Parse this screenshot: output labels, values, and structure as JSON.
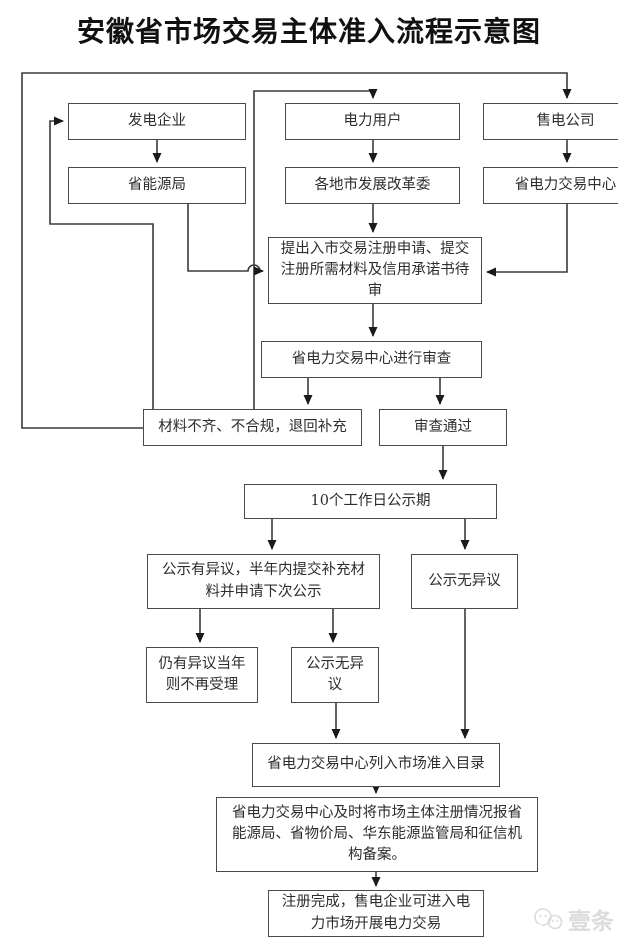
{
  "title": "安徽省市场交易主体准入流程示意图",
  "nodes": {
    "gen": "发电企业",
    "user": "电力用户",
    "seller": "售电公司",
    "energy_bureau": "省能源局",
    "city_drc": "各地市发展改革委",
    "trade_center": "省电力交易中心",
    "apply": "提出入市交易注册申请、提交注册所需材料及信用承诺书待审",
    "review": "省电力交易中心进行审查",
    "incomplete": "材料不齐、不合规，退回补充",
    "pass": "审查通过",
    "notice": "10个工作日公示期",
    "objection": "公示有异议，半年内提交补充材料并申请下次公示",
    "no_objection_right": "公示无异议",
    "still_objection": "仍有异议当年则不再受理",
    "no_objection_small": "公示无异议",
    "listed": "省电力交易中心列入市场准入目录",
    "report": "省电力交易中心及时将市场主体注册情况报省能源局、省物价局、华东能源监管局和征信机构备案。",
    "complete": "注册完成，售电企业可进入电力市场开展电力交易"
  },
  "watermark": {
    "label": "壹条"
  },
  "colors": {
    "line": "#3a3a3a",
    "box_border": "#4a4a4a",
    "text": "#2d2d2d",
    "background": "#ffffff",
    "watermark": "#dcdcdc"
  }
}
